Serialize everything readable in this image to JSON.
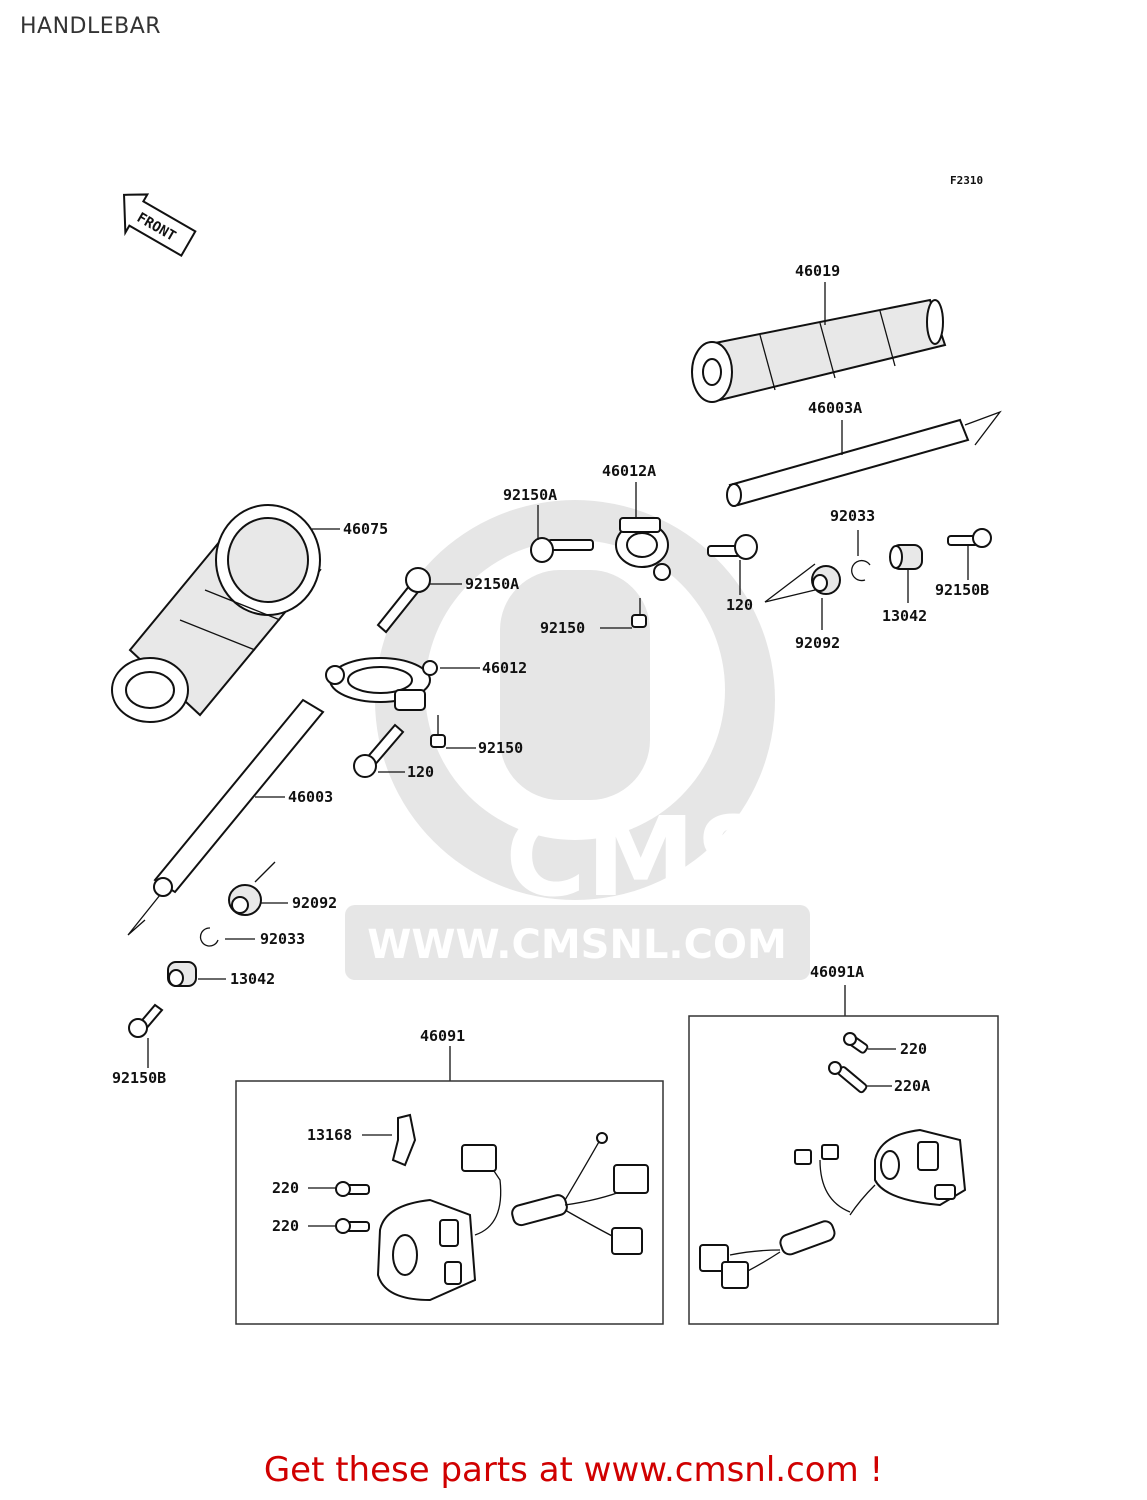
{
  "title": "HANDLEBAR",
  "figure_code": "F2310",
  "front_label": "FRONT",
  "watermark": {
    "logo_text": "CMS",
    "url_text": "WWW.CMSNL.COM"
  },
  "footer": "Get these parts at www.cmsnl.com !",
  "colors": {
    "footer": "#d00000",
    "ink": "#111111",
    "watermark": "#e6e6e6"
  },
  "labels": {
    "p46019": "46019",
    "p46003A": "46003A",
    "p46012A": "46012A",
    "p92150A_top": "92150A",
    "p92150A_mid": "92150A",
    "p46075": "46075",
    "p92033_r": "92033",
    "p120_r": "120",
    "p92150_top": "92150",
    "p92092_r": "92092",
    "p13042_r": "13042",
    "p92150B_r": "92150B",
    "p46012": "46012",
    "p92150_mid": "92150",
    "p120_l": "120",
    "p46003": "46003",
    "p92092_l": "92092",
    "p92033_l": "92033",
    "p13042_l": "13042",
    "p92150B_l": "92150B",
    "p46091": "46091",
    "p46091A": "46091A",
    "p13168": "13168",
    "p220_a": "220",
    "p220_b": "220",
    "p220_r": "220",
    "p220A": "220A"
  }
}
